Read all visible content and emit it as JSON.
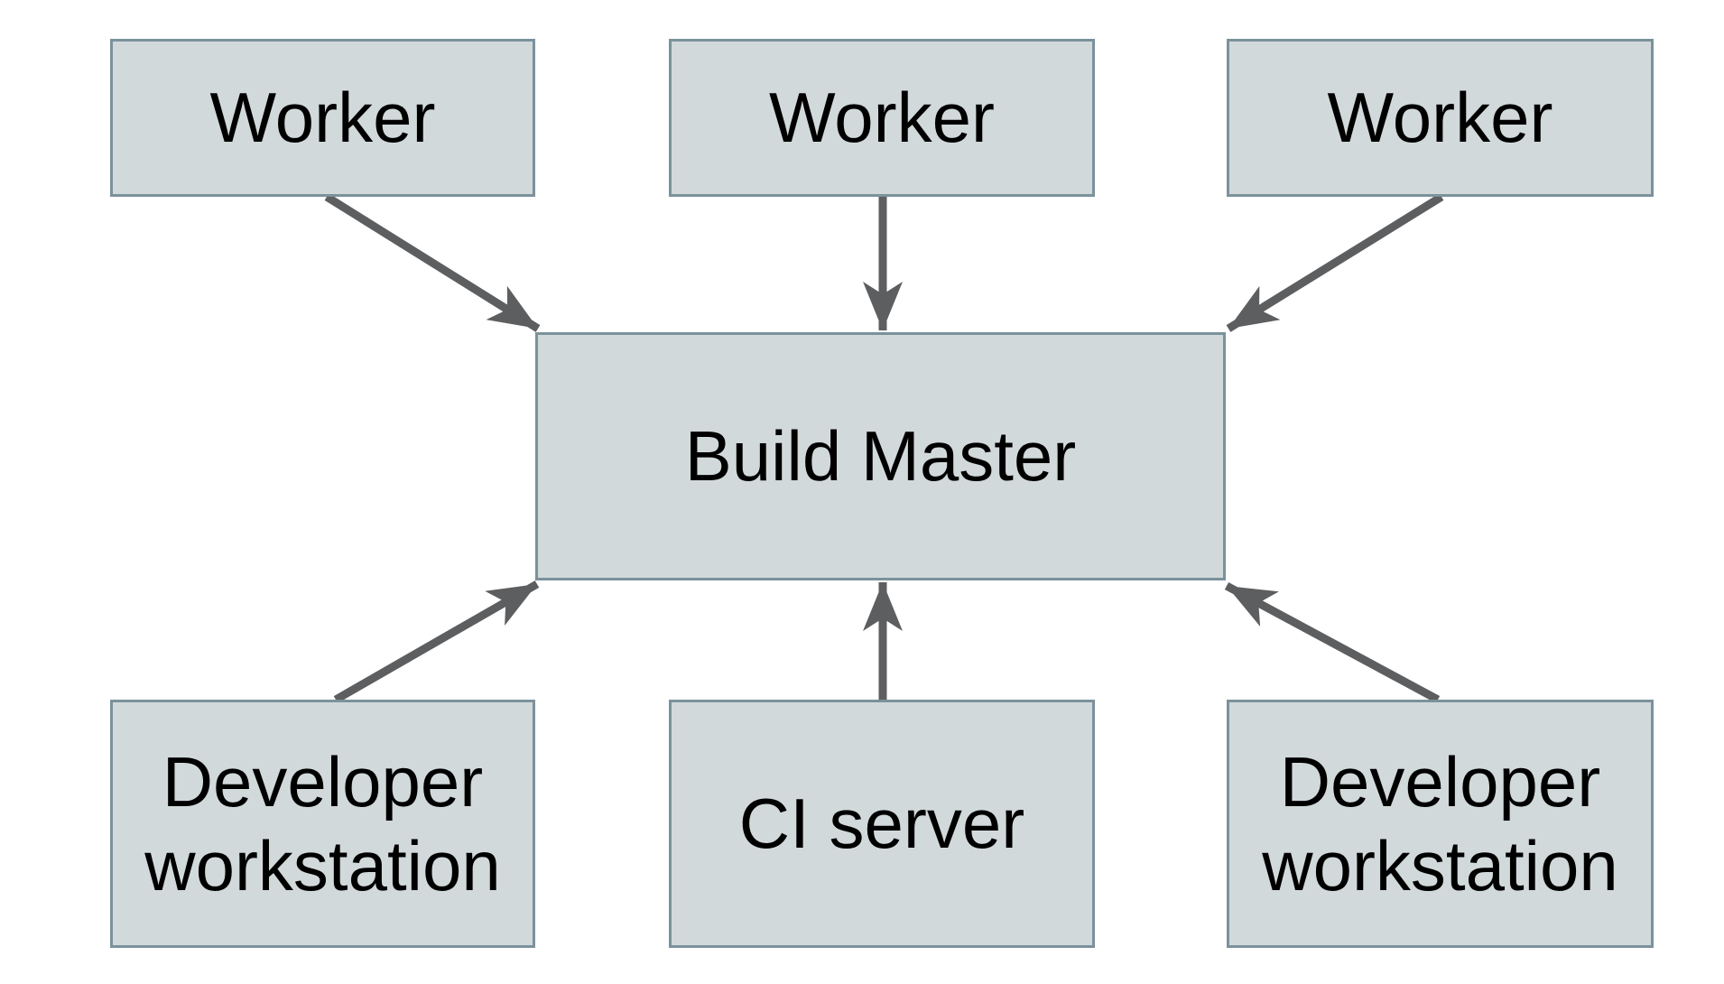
{
  "diagram": {
    "colors": {
      "background": "#ffffff",
      "node_fill": "#d2d9db",
      "node_border": "#7b929b",
      "arrow": "#5d5e60",
      "text": "#000000"
    },
    "nodes": [
      {
        "id": "worker-1",
        "label": "Worker"
      },
      {
        "id": "worker-2",
        "label": "Worker"
      },
      {
        "id": "worker-3",
        "label": "Worker"
      },
      {
        "id": "build-master",
        "label": "Build Master"
      },
      {
        "id": "developer-workstation-1",
        "label": "Developer workstation"
      },
      {
        "id": "ci-server",
        "label": "CI server"
      },
      {
        "id": "developer-workstation-2",
        "label": "Developer workstation"
      }
    ],
    "edges": [
      {
        "from": "worker-1",
        "to": "build-master"
      },
      {
        "from": "worker-2",
        "to": "build-master"
      },
      {
        "from": "worker-3",
        "to": "build-master"
      },
      {
        "from": "developer-workstation-1",
        "to": "build-master"
      },
      {
        "from": "ci-server",
        "to": "build-master"
      },
      {
        "from": "developer-workstation-2",
        "to": "build-master"
      }
    ]
  }
}
